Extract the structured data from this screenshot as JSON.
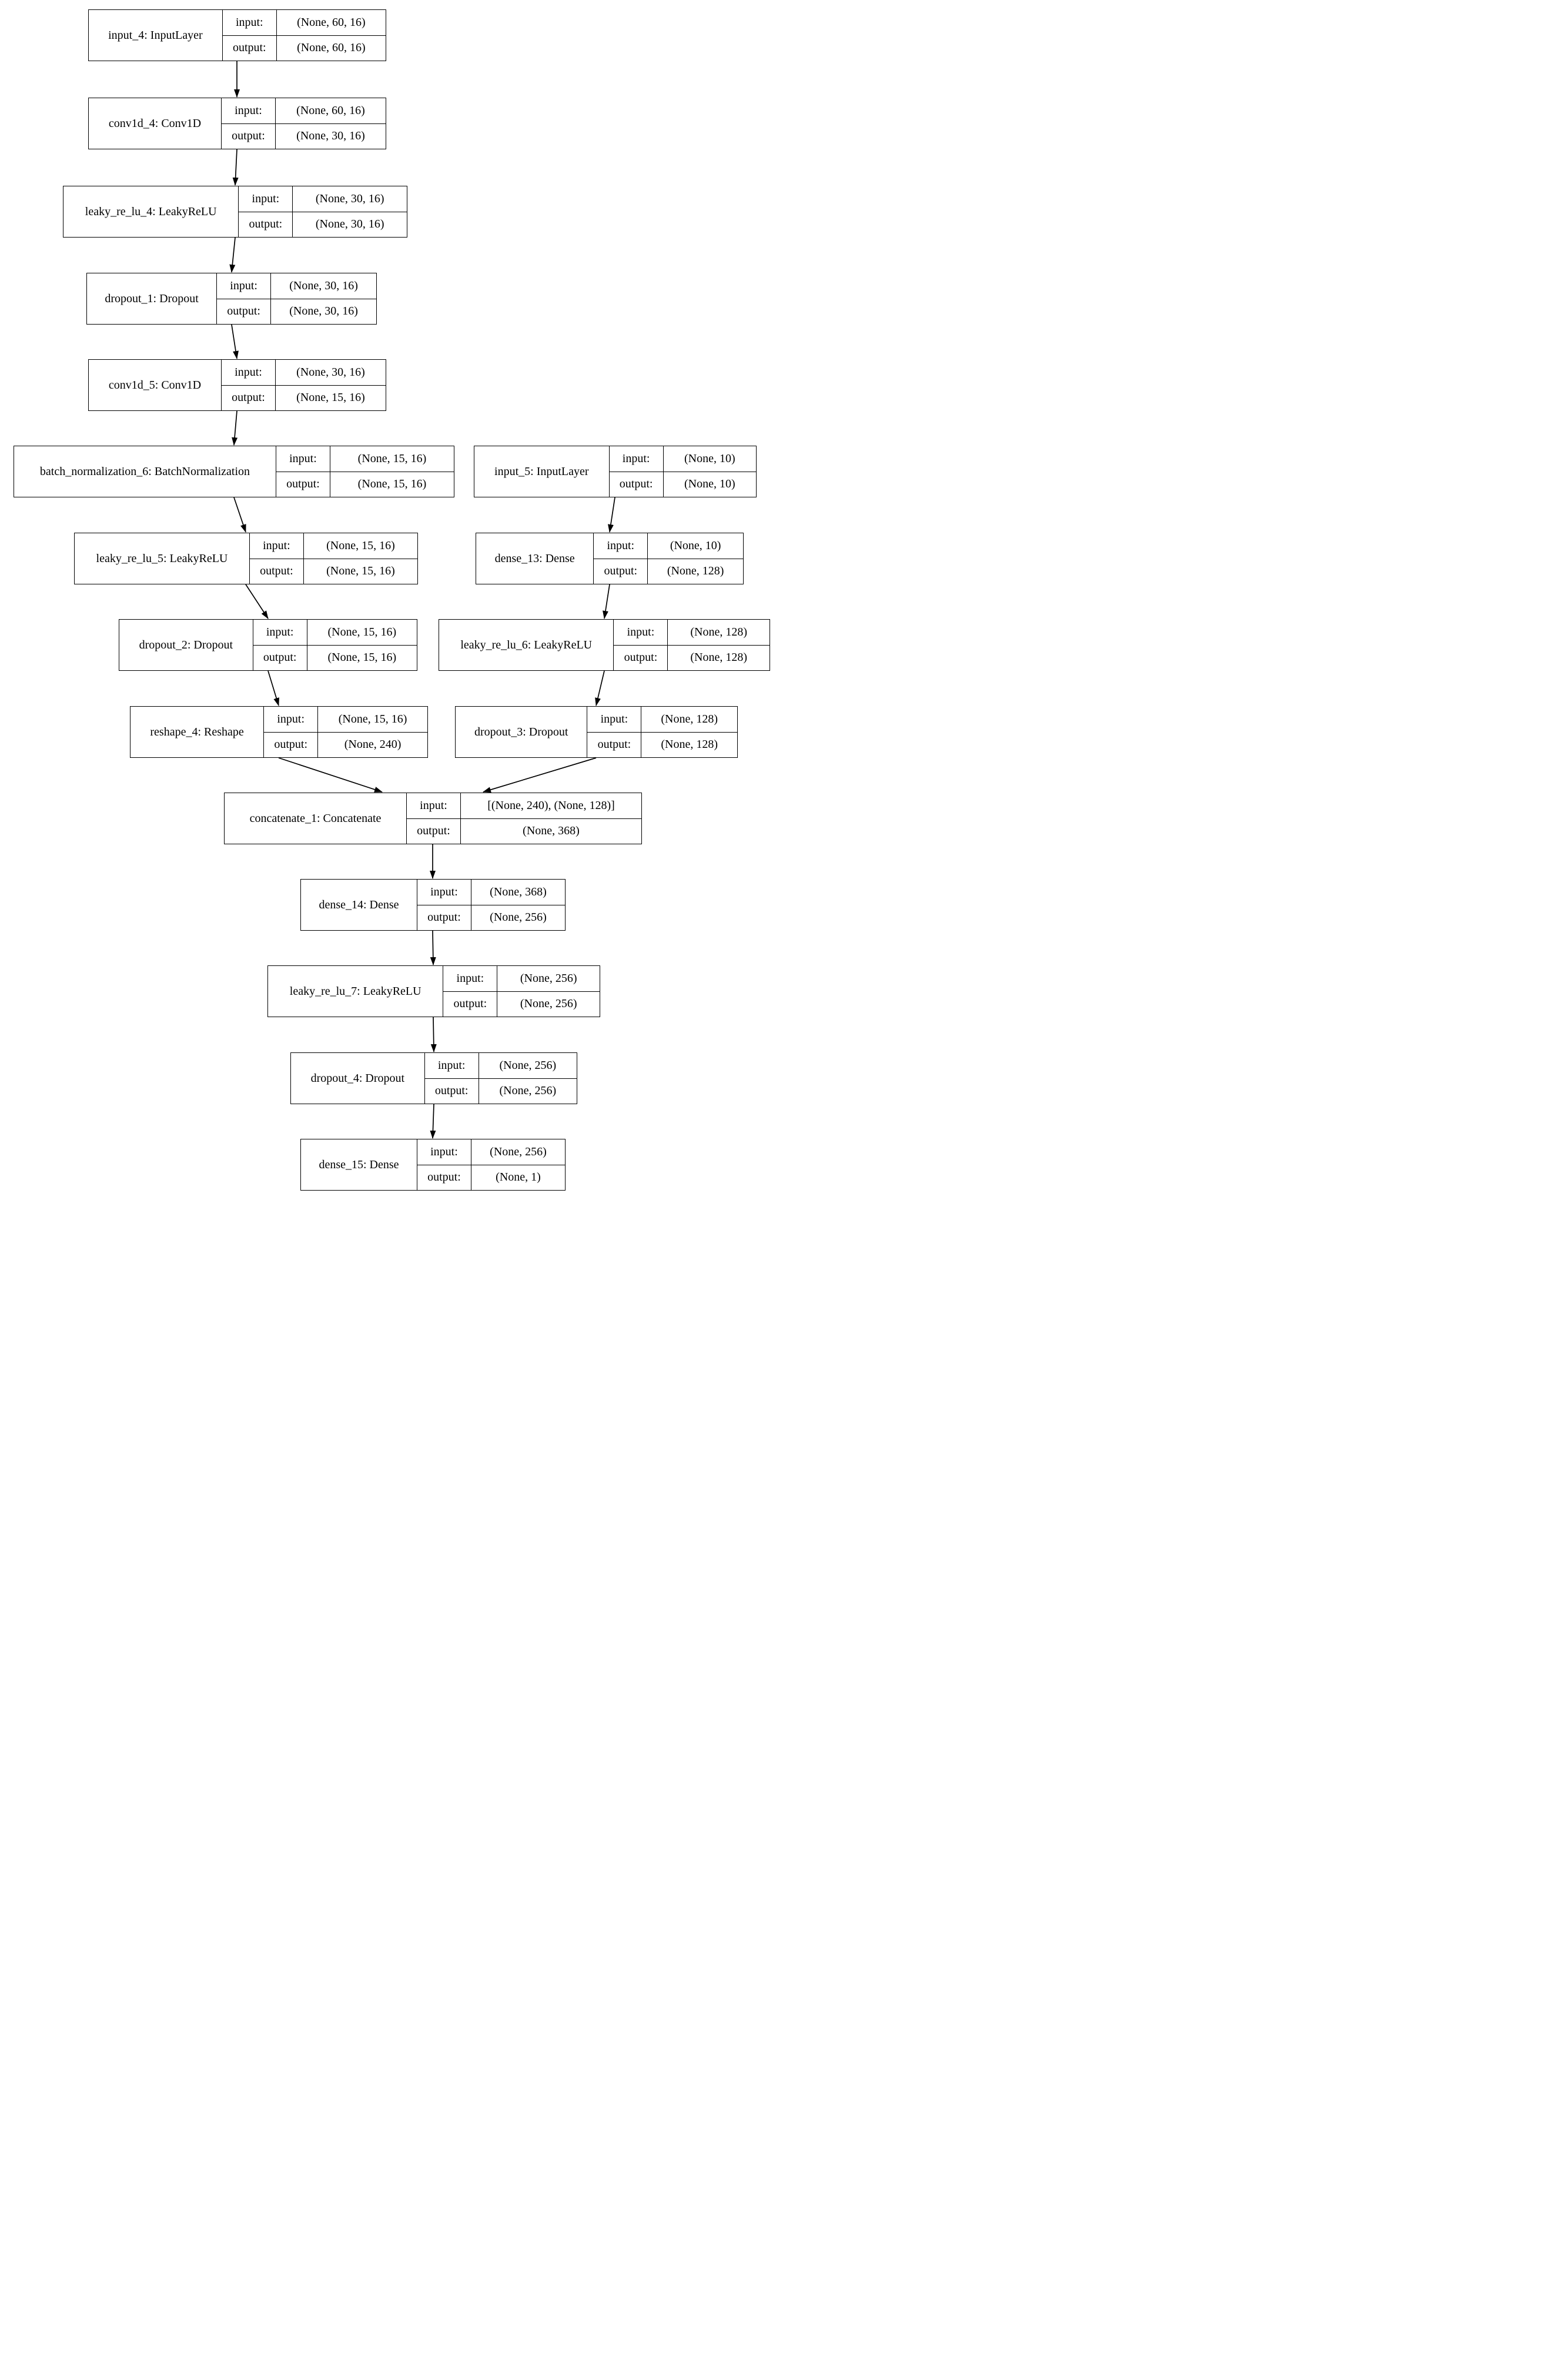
{
  "diagram": {
    "labels": {
      "input": "input:",
      "output": "output:"
    },
    "nodes": [
      {
        "id": "input_4",
        "label": "input_4: InputLayer",
        "input": "(None, 60, 16)",
        "output": "(None, 60, 16)"
      },
      {
        "id": "conv1d_4",
        "label": "conv1d_4: Conv1D",
        "input": "(None, 60, 16)",
        "output": "(None, 30, 16)"
      },
      {
        "id": "leaky_re_lu_4",
        "label": "leaky_re_lu_4: LeakyReLU",
        "input": "(None, 30, 16)",
        "output": "(None, 30, 16)"
      },
      {
        "id": "dropout_1",
        "label": "dropout_1: Dropout",
        "input": "(None, 30, 16)",
        "output": "(None, 30, 16)"
      },
      {
        "id": "conv1d_5",
        "label": "conv1d_5: Conv1D",
        "input": "(None, 30, 16)",
        "output": "(None, 15, 16)"
      },
      {
        "id": "batch_normalization_6",
        "label": "batch_normalization_6: BatchNormalization",
        "input": "(None, 15, 16)",
        "output": "(None, 15, 16)"
      },
      {
        "id": "input_5",
        "label": "input_5: InputLayer",
        "input": "(None, 10)",
        "output": "(None, 10)"
      },
      {
        "id": "leaky_re_lu_5",
        "label": "leaky_re_lu_5: LeakyReLU",
        "input": "(None, 15, 16)",
        "output": "(None, 15, 16)"
      },
      {
        "id": "dense_13",
        "label": "dense_13: Dense",
        "input": "(None, 10)",
        "output": "(None, 128)"
      },
      {
        "id": "dropout_2",
        "label": "dropout_2: Dropout",
        "input": "(None, 15, 16)",
        "output": "(None, 15, 16)"
      },
      {
        "id": "leaky_re_lu_6",
        "label": "leaky_re_lu_6: LeakyReLU",
        "input": "(None, 128)",
        "output": "(None, 128)"
      },
      {
        "id": "reshape_4",
        "label": "reshape_4: Reshape",
        "input": "(None, 15, 16)",
        "output": "(None, 240)"
      },
      {
        "id": "dropout_3",
        "label": "dropout_3: Dropout",
        "input": "(None, 128)",
        "output": "(None, 128)"
      },
      {
        "id": "concatenate_1",
        "label": "concatenate_1: Concatenate",
        "input": "[(None, 240), (None, 128)]",
        "output": "(None, 368)"
      },
      {
        "id": "dense_14",
        "label": "dense_14: Dense",
        "input": "(None, 368)",
        "output": "(None, 256)"
      },
      {
        "id": "leaky_re_lu_7",
        "label": "leaky_re_lu_7: LeakyReLU",
        "input": "(None, 256)",
        "output": "(None, 256)"
      },
      {
        "id": "dropout_4",
        "label": "dropout_4: Dropout",
        "input": "(None, 256)",
        "output": "(None, 256)"
      },
      {
        "id": "dense_15",
        "label": "dense_15: Dense",
        "input": "(None, 256)",
        "output": "(None, 1)"
      }
    ],
    "edges": [
      {
        "from": "input_4",
        "to": "conv1d_4"
      },
      {
        "from": "conv1d_4",
        "to": "leaky_re_lu_4"
      },
      {
        "from": "leaky_re_lu_4",
        "to": "dropout_1"
      },
      {
        "from": "dropout_1",
        "to": "conv1d_5"
      },
      {
        "from": "conv1d_5",
        "to": "batch_normalization_6"
      },
      {
        "from": "batch_normalization_6",
        "to": "leaky_re_lu_5"
      },
      {
        "from": "leaky_re_lu_5",
        "to": "dropout_2"
      },
      {
        "from": "dropout_2",
        "to": "reshape_4"
      },
      {
        "from": "reshape_4",
        "to": "concatenate_1"
      },
      {
        "from": "input_5",
        "to": "dense_13"
      },
      {
        "from": "dense_13",
        "to": "leaky_re_lu_6"
      },
      {
        "from": "leaky_re_lu_6",
        "to": "dropout_3"
      },
      {
        "from": "dropout_3",
        "to": "concatenate_1"
      },
      {
        "from": "concatenate_1",
        "to": "dense_14"
      },
      {
        "from": "dense_14",
        "to": "leaky_re_lu_7"
      },
      {
        "from": "leaky_re_lu_7",
        "to": "dropout_4"
      },
      {
        "from": "dropout_4",
        "to": "dense_15"
      }
    ]
  }
}
